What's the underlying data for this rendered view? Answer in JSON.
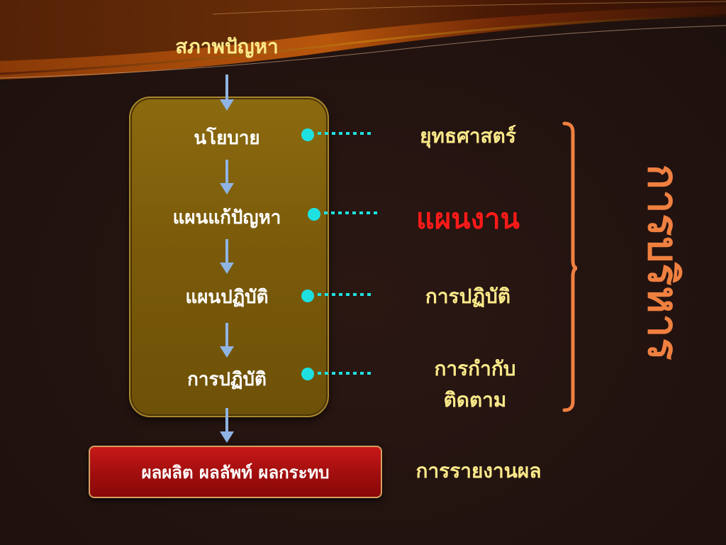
{
  "diagram": {
    "top_label": "สภาพปัญหา",
    "steps": [
      {
        "label": "นโยบาย"
      },
      {
        "label": "แผนแก้ปัญหา"
      },
      {
        "label": "แผนปฏิบัติ"
      },
      {
        "label": "การปฏิบัติ"
      }
    ],
    "outcome": "ผลผลิต ผลลัพท์ ผลกระทบ",
    "right_labels": {
      "strategy": "ยุทธศาสตร์",
      "plan": "แผนงาน",
      "operation": "การปฏิบัติ",
      "monitor_line1": "การกำกับ",
      "monitor_line2": "ติดตาม",
      "report": "การรายงานผล"
    },
    "vertical_label": "การบริหาร"
  },
  "colors": {
    "background": "#241410",
    "gold_box": "#7a5a0a",
    "outcome_box": "#a00e0e",
    "arrow": "#8fb4e3",
    "connector": "#1ee0e0",
    "right_text": "#fbe98a",
    "highlight": "#ff1a1a",
    "bracket": "#f08040"
  }
}
